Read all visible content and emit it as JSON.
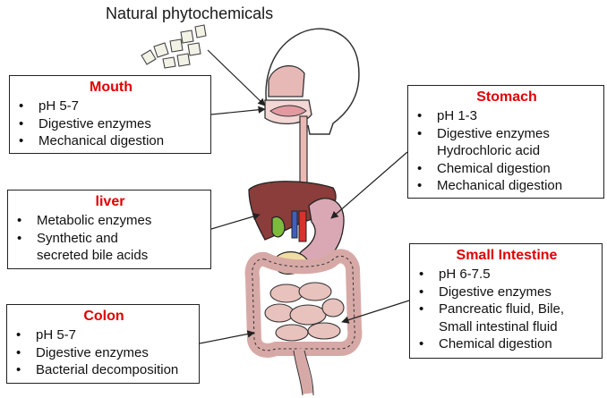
{
  "title": "Natural phytochemicals",
  "mouth": {
    "heading": "Mouth",
    "items": [
      "pH 5-7",
      "Digestive enzymes",
      "Mechanical digestion"
    ]
  },
  "stomach": {
    "heading": "Stomach",
    "items": [
      {
        "text": "pH 1-3",
        "bullet": true
      },
      {
        "text": "Digestive enzymes",
        "bullet": true
      },
      {
        "text": "Hydrochloric acid",
        "bullet": false
      },
      {
        "text": "Chemical digestion",
        "bullet": true
      },
      {
        "text": "Mechanical digestion",
        "bullet": true
      }
    ]
  },
  "liver": {
    "heading": "liver",
    "items": [
      {
        "text": "Metabolic enzymes",
        "bullet": true
      },
      {
        "text": "Synthetic and",
        "bullet": true
      },
      {
        "text": "secreted bile acids",
        "bullet": false
      }
    ]
  },
  "small_intestine": {
    "heading": "Small Intestine",
    "items": [
      {
        "text": "pH 6-7.5",
        "bullet": true
      },
      {
        "text": "Digestive enzymes",
        "bullet": true
      },
      {
        "text": "Pancreatic fluid, Bile,",
        "bullet": true
      },
      {
        "text": "Small intestinal fluid",
        "bullet": false
      },
      {
        "text": "Chemical digestion",
        "bullet": true
      }
    ]
  },
  "colon": {
    "heading": "Colon",
    "items": [
      "pH 5-7",
      "Digestive enzymes",
      "Bacterial decomposition"
    ]
  },
  "colors": {
    "heading_red": "#e00000",
    "liver": "#8a3d3a",
    "stomach": "#d9a8b4",
    "intestine": "#e8c2bd",
    "esophagus": "#e9b9b6",
    "gallbladder": "#7dbb3c",
    "pancreas": "#f1dda4"
  }
}
